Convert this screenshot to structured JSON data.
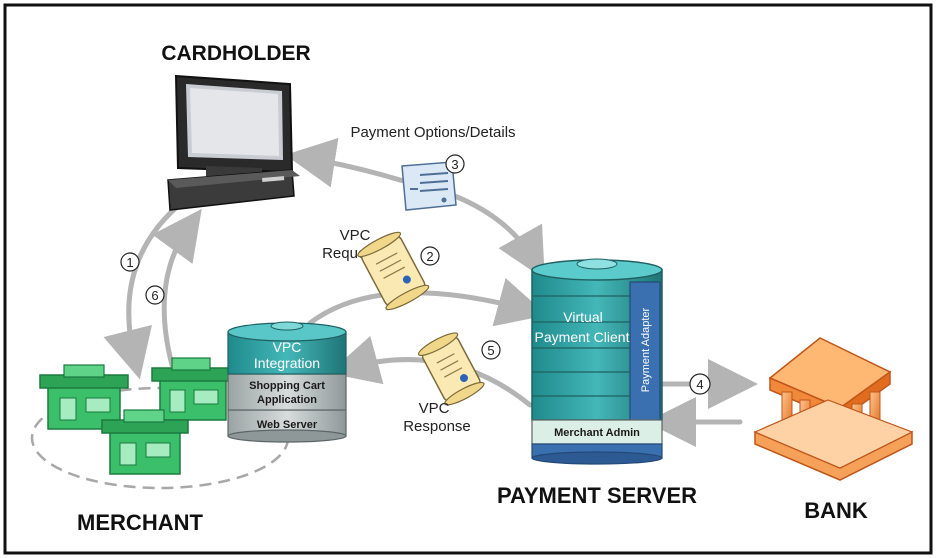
{
  "labels": {
    "cardholder": "CARDHOLDER",
    "merchant": "MERCHANT",
    "payment_server": "PAYMENT SERVER",
    "bank": "BANK"
  },
  "messages": {
    "payment_options": "Payment Options/Details",
    "vpc_request_line1": "VPC",
    "vpc_request_line2": "Request",
    "vpc_response_line1": "VPC",
    "vpc_response_line2": "Response"
  },
  "merchant_stack": {
    "top": "VPC",
    "top2": "Integration",
    "middle1": "Shopping Cart",
    "middle2": "Application",
    "bottom": "Web Server"
  },
  "server_stack": {
    "label1": "Virtual",
    "label2": "Payment Client",
    "side": "Payment Adapter",
    "admin": "Merchant Admin"
  },
  "steps": [
    "1",
    "2",
    "3",
    "4",
    "5",
    "6"
  ],
  "icons": [
    "computer-icon",
    "document-icon",
    "scroll-icon",
    "storefront-icon",
    "bank-icon"
  ],
  "colors": {
    "border": "#111111",
    "arrow": "#b4b4b4",
    "teal": "#2f9ea0",
    "teal_dark": "#1f7476",
    "server_blue": "#3a6fb0",
    "bank_orange": "#f08a3a",
    "store_green": "#2db35a"
  }
}
